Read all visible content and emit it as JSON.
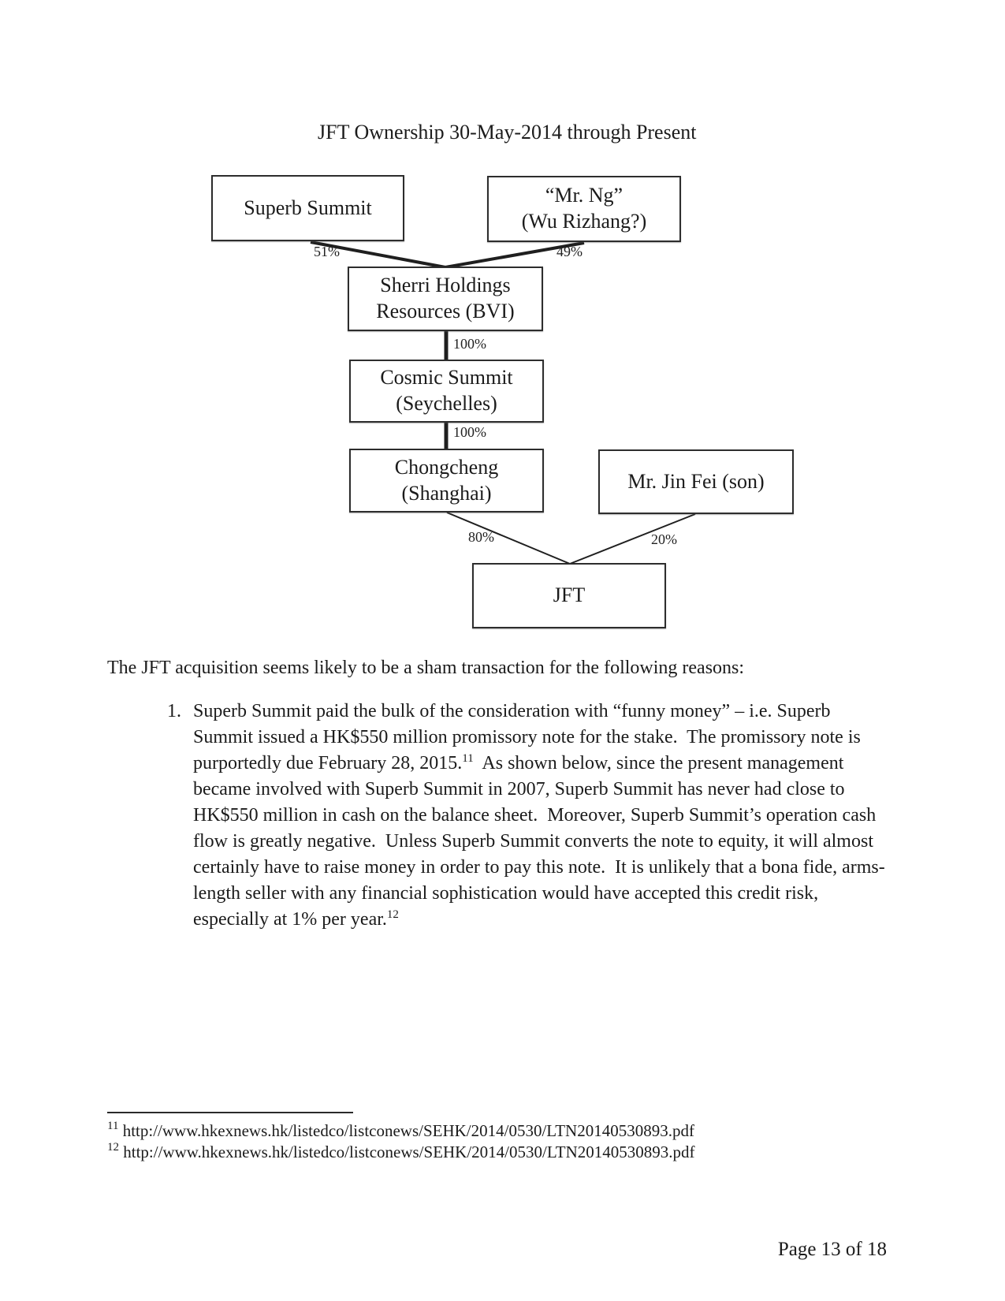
{
  "diagram": {
    "title": "JFT Ownership 30-May-2014 through Present",
    "nodes": {
      "superb": {
        "line1": "Superb Summit"
      },
      "ng": {
        "line1": "“Mr. Ng”",
        "line2": "(Wu Rizhang?)"
      },
      "sherri": {
        "line1": "Sherri Holdings",
        "line2": "Resources (BVI)"
      },
      "cosmic": {
        "line1": "Cosmic Summit",
        "line2": "(Seychelles)"
      },
      "chongcheng": {
        "line1": "Chongcheng",
        "line2": "(Shanghai)"
      },
      "jinfei": {
        "line1": "Mr. Jin Fei (son)"
      },
      "jft": {
        "line1": "JFT"
      }
    },
    "edge_labels": {
      "superb_sherri": "51%",
      "ng_sherri": "49%",
      "sherri_cosmic": "100%",
      "cosmic_chongcheng": "100%",
      "chongcheng_jft": "80%",
      "jinfei_jft": "20%"
    }
  },
  "body": {
    "intro": "The JFT acquisition seems likely to be a sham transaction for the following reasons:",
    "item1": {
      "number": "1.",
      "part1": "Superb Summit paid the bulk of the consideration with “funny money” – i.e. Superb Summit issued a HK$550 million promissory note for the stake.  The promissory note is purportedly due February 28, 2015.",
      "footnote_ref1": "11",
      "part2": "  As shown below, since the present management became involved with Superb Summit in 2007, Superb Summit has never had close to HK$550 million in cash on the balance sheet.  Moreover, Superb Summit’s operation cash flow is greatly negative.  Unless Superb Summit converts the note to equity, it will almost certainly have to raise money in order to pay this note.  It is unlikely that a bona fide, arms-length seller with any financial sophistication would have accepted this credit risk, especially at 1% per year.",
      "footnote_ref2": "12"
    }
  },
  "footnotes": {
    "items": [
      {
        "number": "11",
        "url": "http://www.hkexnews.hk/listedco/listconews/SEHK/2014/0530/LTN20140530893.pdf"
      },
      {
        "number": "12",
        "url": "http://www.hkexnews.hk/listedco/listconews/SEHK/2014/0530/LTN20140530893.pdf"
      }
    ]
  },
  "footer": {
    "page_number": "Page 13 of 18"
  }
}
